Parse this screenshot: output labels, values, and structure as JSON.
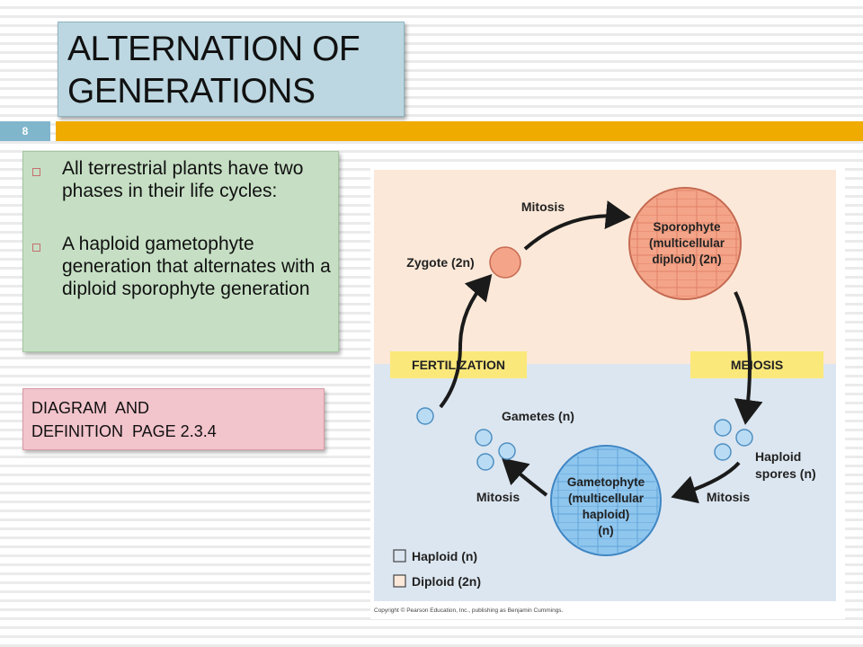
{
  "slide": {
    "title": "ALTERNATION OF GENERATIONS",
    "slide_number": "8",
    "bullets": [
      "All terrestrial plants have two phases in their life cycles:",
      "A haploid gametophyte generation that alternates with a diploid sporophyte generation"
    ],
    "note": "DIAGRAM  AND\nDEFINITION  PAGE 2.3.4",
    "colors": {
      "title_box": "#bcd7e1",
      "accent_bar": "#f0ab00",
      "slide_number_box": "#80b6cc",
      "bullets_box": "#c6dfc4",
      "note_box": "#f2c4cc"
    }
  },
  "diagram": {
    "labels": {
      "mitosis_top": "Mitosis",
      "zygote": "Zygote (2n)",
      "sporophyte": [
        "Sporophyte",
        "(multicellular",
        "diploid) (2n)"
      ],
      "fertilization": "FERTILIZATION",
      "meiosis": "MEIOSIS",
      "gametes": "Gametes (n)",
      "haploid_spores": [
        "Haploid",
        "spores (n)"
      ],
      "gametophyte": [
        "Gametophyte",
        "(multicellular",
        "haploid)",
        "(n)"
      ],
      "mitosis_left": "Mitosis",
      "mitosis_right": "Mitosis",
      "legend_haploid": "Haploid (n)",
      "legend_diploid": "Diploid (2n)",
      "copyright": "Copyright © Pearson Education, Inc., publishing as Benjamin Cummings."
    },
    "colors": {
      "diploid_zone": "#fbe8d8",
      "haploid_zone": "#dce6f0",
      "label_band": "#fbe87a",
      "diploid_cell": "#f4a488",
      "haploid_cell": "#8fc6ee",
      "arrow": "#1a1a1a"
    }
  }
}
